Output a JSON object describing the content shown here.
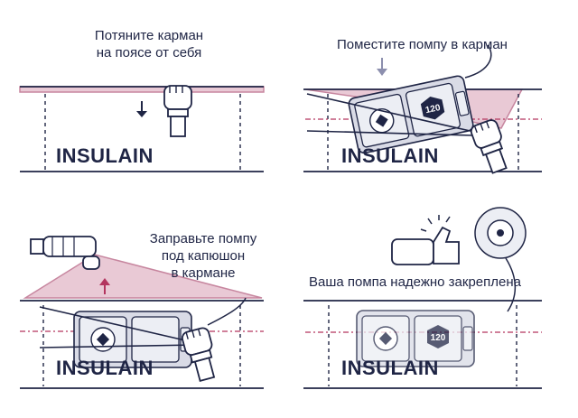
{
  "steps": [
    {
      "caption_line1": "Потяните карман",
      "caption_line2": "на поясе от себя",
      "brand": "INSULAIN"
    },
    {
      "caption": "Поместите помпу в карман",
      "brand": "INSULAIN",
      "badge": "120"
    },
    {
      "caption_line1": "Заправьте помпу",
      "caption_line2": "под капюшон",
      "caption_line3": "в кармане",
      "brand": "INSULAIN"
    },
    {
      "caption": "Ваша помпа надежно закреплена",
      "brand": "INSULAIN",
      "badge": "120"
    }
  ],
  "colors": {
    "ink": "#1f2545",
    "accent": "#c7869f",
    "accent_fill": "#e9c9d5",
    "pump": "#d9dbe6",
    "dash": "#b3345e"
  },
  "icons": [
    "down-arrow-icon",
    "hand-icon",
    "pump-icon",
    "infusion-set-icon",
    "up-arrow-icon",
    "thumbs-up-icon"
  ]
}
